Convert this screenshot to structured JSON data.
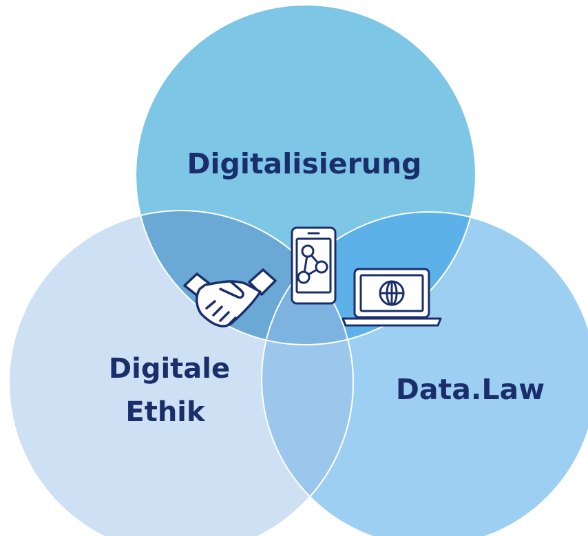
{
  "diagram": {
    "circles": [
      {
        "id": "digitalisierung",
        "label": "Digitalisierung",
        "fill": "#7ec6e6"
      },
      {
        "id": "digitale-ethik",
        "label_lines": [
          "Digitale",
          "Ethik"
        ],
        "fill": "#cde0f4"
      },
      {
        "id": "data-law",
        "label": "Data.Law",
        "fill": "#9dcff3"
      }
    ],
    "overlap_colors": {
      "top_left": "#6aa9d6",
      "top_right": "#5cb2e8",
      "bottom": "#9cc7ec",
      "center": "#7cb3e0"
    },
    "text_color": "#1a2e6b",
    "icons": [
      "handshake-icon",
      "smartphone-network-icon",
      "laptop-globe-icon"
    ],
    "icon_stroke": "#1a2e6b",
    "icon_fill": "#ffffff"
  }
}
